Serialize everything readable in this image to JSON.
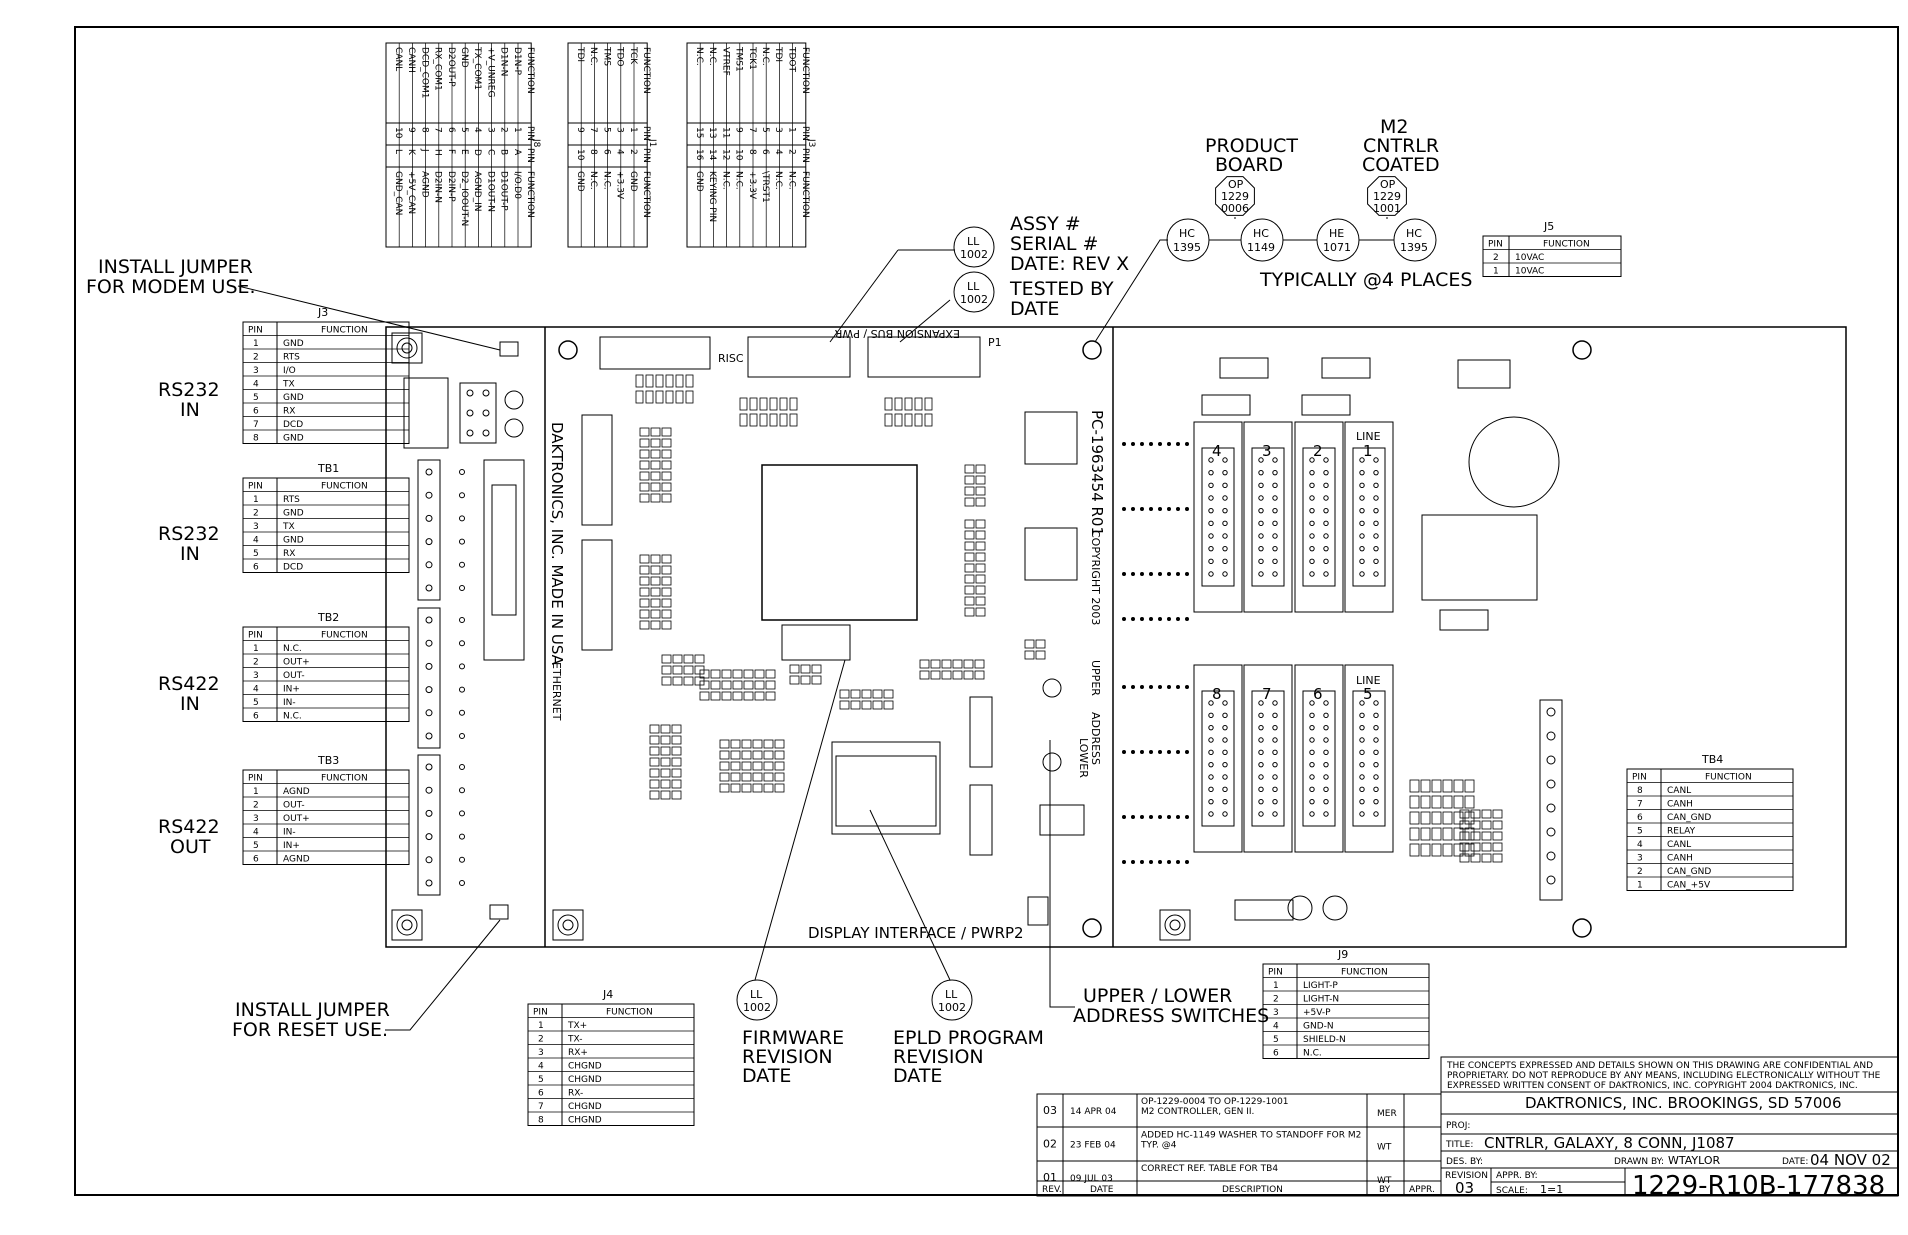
{
  "board": {
    "maker": "DAKTRONICS, INC. MADE IN USA",
    "part": "PC-1963454 R01",
    "copyright": "COPYRIGHT 2003",
    "risc": "RISC",
    "exp_bus": "EXPANSION BUS / PWR",
    "display_iface": "DISPLAY INTERFACE / PWR",
    "p1": "P1",
    "p2": "P2",
    "ethernet": "ETHERNET",
    "upper": "UPPER",
    "lower": "LOWER",
    "address": "ADDRESS",
    "line1": "LINE",
    "line5": "LINE",
    "sockets_top": [
      "4",
      "3",
      "2",
      "1"
    ],
    "sockets_bot": [
      "8",
      "7",
      "6",
      "5"
    ]
  },
  "callouts": {
    "modem": [
      "INSTALL JUMPER",
      "FOR MODEM USE."
    ],
    "reset": [
      "INSTALL JUMPER",
      "FOR RESET USE."
    ],
    "assy": [
      "ASSY #",
      "SERIAL #",
      "DATE: REV X"
    ],
    "tested": [
      "TESTED BY",
      "DATE"
    ],
    "firmware": [
      "FIRMWARE",
      "REVISION",
      "DATE"
    ],
    "epld": [
      "EPLD PROGRAM",
      "REVISION",
      "DATE"
    ],
    "switches": [
      "UPPER / LOWER",
      "ADDRESS SWITCHES"
    ],
    "product": [
      "PRODUCT",
      "BOARD"
    ],
    "m2": [
      "M2",
      "CNTRLR",
      "COATED"
    ],
    "typically": "TYPICALLY @4 PLACES",
    "ll": "LL",
    "ll_num": "1002",
    "op": "OP",
    "op_num1": "1229",
    "op_num2a": "0006",
    "op_num2b": "1001",
    "hc": "HC",
    "he": "HE",
    "hc1": "1395",
    "hc2": "1149",
    "he1": "1071",
    "hc3": "1395"
  },
  "side_labels": {
    "rs232_in_1": [
      "RS232",
      "IN"
    ],
    "rs232_in_2": [
      "RS232",
      "IN"
    ],
    "rs422_in": [
      "RS422",
      "IN"
    ],
    "rs422_out": [
      "RS422",
      "OUT"
    ]
  },
  "tables": {
    "hdr_pin": "PIN",
    "hdr_func": "FUNCTION",
    "j3": {
      "title": "J3",
      "rows": [
        [
          "1",
          "GND"
        ],
        [
          "2",
          "RTS"
        ],
        [
          "3",
          "I/O"
        ],
        [
          "4",
          "TX"
        ],
        [
          "5",
          "GND"
        ],
        [
          "6",
          "RX"
        ],
        [
          "7",
          "DCD"
        ],
        [
          "8",
          "GND"
        ]
      ]
    },
    "tb1": {
      "title": "TB1",
      "rows": [
        [
          "1",
          "RTS"
        ],
        [
          "2",
          "GND"
        ],
        [
          "3",
          "TX"
        ],
        [
          "4",
          "GND"
        ],
        [
          "5",
          "RX"
        ],
        [
          "6",
          "DCD"
        ]
      ]
    },
    "tb2": {
      "title": "TB2",
      "rows": [
        [
          "1",
          "N.C."
        ],
        [
          "2",
          "OUT+"
        ],
        [
          "3",
          "OUT-"
        ],
        [
          "4",
          "IN+"
        ],
        [
          "5",
          "IN-"
        ],
        [
          "6",
          "N.C."
        ]
      ]
    },
    "tb3": {
      "title": "TB3",
      "rows": [
        [
          "1",
          "AGND"
        ],
        [
          "2",
          "OUT-"
        ],
        [
          "3",
          "OUT+"
        ],
        [
          "4",
          "IN-"
        ],
        [
          "5",
          "IN+"
        ],
        [
          "6",
          "AGND"
        ]
      ]
    },
    "j4": {
      "title": "J4",
      "rows": [
        [
          "1",
          "TX+"
        ],
        [
          "2",
          "TX-"
        ],
        [
          "3",
          "RX+"
        ],
        [
          "4",
          "CHGND"
        ],
        [
          "5",
          "CHGND"
        ],
        [
          "6",
          "RX-"
        ],
        [
          "7",
          "CHGND"
        ],
        [
          "8",
          "CHGND"
        ]
      ]
    },
    "j9": {
      "title": "J9",
      "rows": [
        [
          "1",
          "LIGHT-P"
        ],
        [
          "2",
          "LIGHT-N"
        ],
        [
          "3",
          "+5V-P"
        ],
        [
          "4",
          "GND-N"
        ],
        [
          "5",
          "SHIELD-N"
        ],
        [
          "6",
          "N.C."
        ]
      ]
    },
    "j5": {
      "title": "J5",
      "rows": [
        [
          "2",
          "10VAC"
        ],
        [
          "1",
          "10VAC"
        ]
      ]
    },
    "tb4": {
      "title": "TB4",
      "rows": [
        [
          "8",
          "CANL"
        ],
        [
          "7",
          "CANH"
        ],
        [
          "6",
          "CAN_GND"
        ],
        [
          "5",
          "RELAY"
        ],
        [
          "4",
          "CANL"
        ],
        [
          "3",
          "CANH"
        ],
        [
          "2",
          "CAN_GND"
        ],
        [
          "1",
          "CAN_+5V"
        ]
      ]
    },
    "j8": {
      "title": "J8",
      "hdr_pin": "PIN",
      "hdr_func": "FUNCTION",
      "rows": [
        [
          "1",
          "D1N-P",
          "A",
          "I/O.D0"
        ],
        [
          "2",
          "D1N-N",
          "B",
          "D1OUT-P"
        ],
        [
          "3",
          "+V_UNREG",
          "C",
          "D1OUT-N"
        ],
        [
          "4",
          "TX_COM1",
          "D",
          "AGND_IN"
        ],
        [
          "5",
          "GND",
          "E",
          "D2_IOOUT-N"
        ],
        [
          "6",
          "D2OUT-P",
          "F",
          "D2IN-P"
        ],
        [
          "7",
          "RX_COM1",
          "H",
          "D2IN-N"
        ],
        [
          "8",
          "DCD_COM1",
          "J",
          "AGND"
        ],
        [
          "9",
          "CANH",
          "K",
          "+5V_CAN"
        ],
        [
          "10",
          "CANL",
          "L",
          "GND_CAN"
        ]
      ]
    },
    "j1": {
      "title": "J1",
      "rows": [
        [
          "1",
          "TCK",
          "2",
          "GND"
        ],
        [
          "3",
          "TDO",
          "4",
          "+3.3V"
        ],
        [
          "5",
          "TMS",
          "6",
          "N.C."
        ],
        [
          "7",
          "N.C.",
          "8",
          "N.C."
        ],
        [
          "9",
          "TDI",
          "10",
          "GND"
        ]
      ]
    },
    "j3b": {
      "title": "J3",
      "rows": [
        [
          "1",
          "TDOT",
          "2",
          "N.C."
        ],
        [
          "3",
          "TDI",
          "4",
          "N.C."
        ],
        [
          "5",
          "N.C.",
          "6",
          "\\TRST1"
        ],
        [
          "7",
          "TCK1",
          "8",
          "+3.3V"
        ],
        [
          "9",
          "TMS1",
          "10",
          "N.C."
        ],
        [
          "11",
          "VTREF",
          "12",
          "N.C."
        ],
        [
          "13",
          "N.C.",
          "14",
          "KEYING PIN"
        ],
        [
          "15",
          "N.C.",
          "16",
          "GND"
        ]
      ]
    }
  },
  "revisions": {
    "rows": [
      {
        "rev": "03",
        "date": "14 APR 04",
        "desc1": "OP-1229-0004 TO OP-1229-1001",
        "desc2": "M2 CONTROLLER, GEN II.",
        "by": "MER"
      },
      {
        "rev": "02",
        "date": "23 FEB 04",
        "desc1": "ADDED HC-1149 WASHER TO STANDOFF FOR M2",
        "desc2": "TYP. @4",
        "by": "WT"
      },
      {
        "rev": "01",
        "date": "09 JUL 03",
        "desc1": "CORRECT REF. TABLE FOR TB4",
        "desc2": "",
        "by": "WT"
      }
    ],
    "hdr_rev": "REV.",
    "hdr_date": "DATE",
    "hdr_desc": "DESCRIPTION",
    "hdr_by": "BY",
    "hdr_appr": "APPR."
  },
  "titleblock": {
    "notice1": "THE CONCEPTS EXPRESSED AND DETAILS SHOWN ON THIS DRAWING ARE CONFIDENTIAL AND",
    "notice2": "PROPRIETARY. DO NOT REPRODUCE BY ANY MEANS, INCLUDING ELECTRONICALLY WITHOUT THE",
    "notice3": "EXPRESSED WRITTEN CONSENT OF DAKTRONICS, INC.        COPYRIGHT 2004 DAKTRONICS, INC.",
    "company": "DAKTRONICS, INC.  BROOKINGS, SD 57006",
    "proj": "PROJ:",
    "title_lbl": "TITLE:",
    "title": "CNTRLR, GALAXY, 8 CONN, J1087",
    "des_by": "DES. BY:",
    "drawn_by_lbl": "DRAWN BY:",
    "drawn_by": "WTAYLOR",
    "date_lbl": "DATE:",
    "date": "04 NOV 02",
    "revision_lbl": "REVISION",
    "revision": "03",
    "appr_by": "APPR. BY:",
    "scale_lbl": "SCALE:",
    "scale": "1=1",
    "drawing_no": "1229-R10B-177838"
  }
}
